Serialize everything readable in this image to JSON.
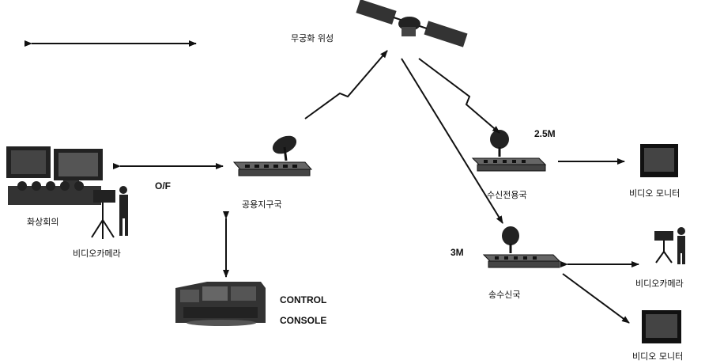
{
  "labels": {
    "satellite": "무궁화 위성",
    "videoconf": "화상회의",
    "camera_left": "비디오카메라",
    "of": "O/F",
    "public_station": "공용지구국",
    "control": "CONTROL",
    "console": "CONSOLE",
    "rate_25": "2.5M",
    "rx_station": "수신전용국",
    "monitor_top": "비디오 모니터",
    "rate_3": "3M",
    "txrx_station": "송수신국",
    "camera_right": "비디오카메라",
    "monitor_bottom": "비디오 모니터"
  },
  "colors": {
    "ink": "#111111",
    "screen": "#2a2a2a",
    "device": "#555555"
  }
}
